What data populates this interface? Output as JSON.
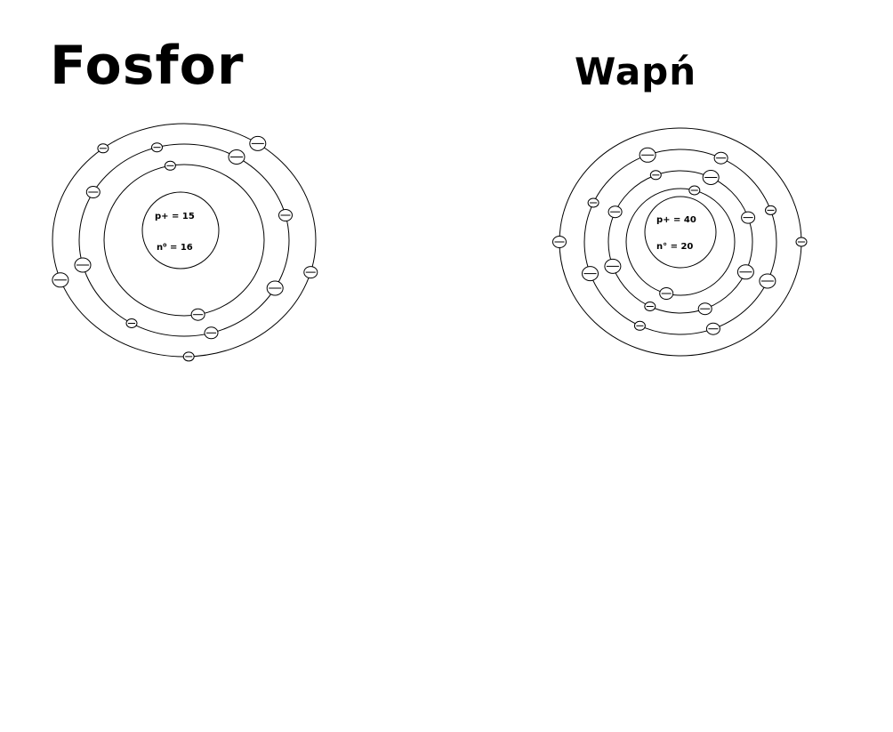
{
  "colors": {
    "ink": "#000000",
    "background": "#ffffff"
  },
  "atoms": [
    {
      "id": "fosfor",
      "title": "Fosfor",
      "nucleus": {
        "protons": "p+ = 15",
        "neutrons": "n⁰ = 16"
      },
      "electron_charge": "−",
      "electrons_per_shell": [
        2,
        8,
        5
      ]
    },
    {
      "id": "wapn",
      "title": "Wapń",
      "nucleus": {
        "protons": "p+ = 40",
        "neutrons": "n° = 20"
      },
      "electron_charge": "−",
      "electrons_per_shell": [
        2,
        8,
        8,
        2
      ]
    }
  ]
}
